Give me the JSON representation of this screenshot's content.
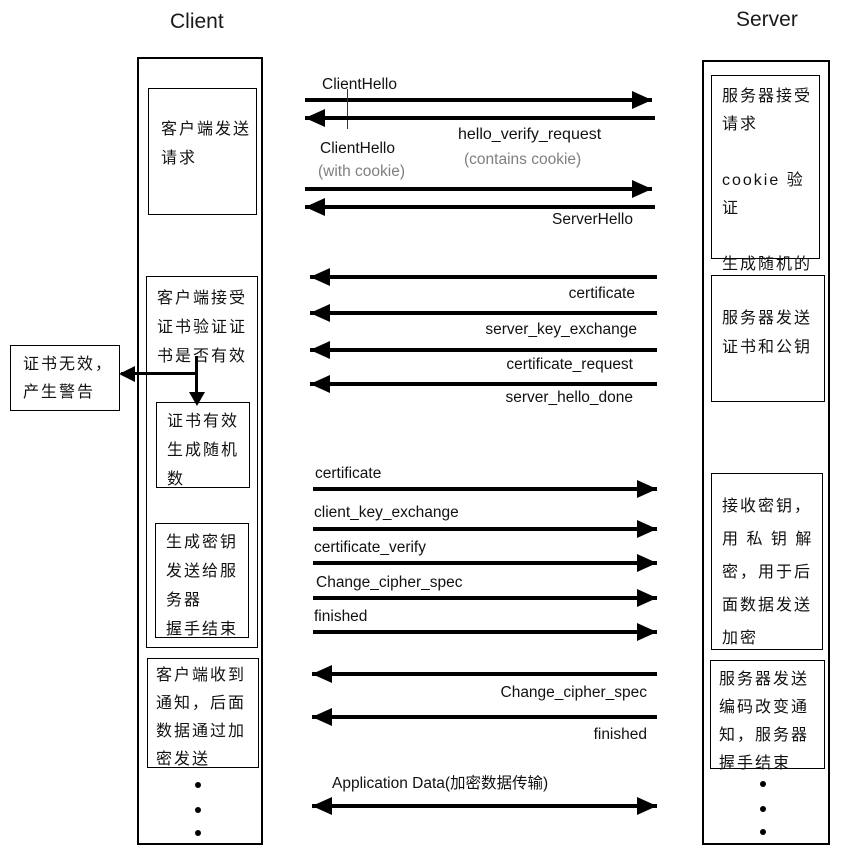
{
  "titles": {
    "client": "Client",
    "server": "Server"
  },
  "colors": {
    "line": "#000000",
    "muted_label": "#7f7f7f",
    "background": "#ffffff"
  },
  "client_column": {
    "box_send_request": "客户端发送\n请求",
    "box_verify_cert": "客户端接受\n证书验证证\n书是否有效",
    "box_cert_valid": "证书有效\n生成随机\n数",
    "box_gen_key": "生成密钥\n发送给服\n务器\n握手结束",
    "box_notified": "客户端收到\n通知，后面\n数据通过加\n密发送"
  },
  "warning_box": {
    "text": "证书无效，\n产生警告"
  },
  "server_column": {
    "box_accept": "服务器接受\n请求\n\ncookie 验证\n\n生成随机的\nsession ID",
    "box_send_cert": "服务器发送\n证书和公钥",
    "box_receive_key": "接收密钥，\n用 私 钥 解\n密，用于后\n面数据发送\n加密",
    "box_change_notice": "服务器发送\n编码改变通\n知，服务器\n握手结束"
  },
  "messages": {
    "client_hello_1": "ClientHello",
    "hello_verify_request": "hello_verify_request",
    "contains_cookie": "(contains cookie)",
    "client_hello_2": "ClientHello",
    "with_cookie": "(with cookie)",
    "server_hello": "ServerHello",
    "certificate_from_server": "certificate",
    "server_key_exchange": "server_key_exchange",
    "certificate_request": "certificate_request",
    "server_hello_done": "server_hello_done",
    "certificate_from_client": "certificate",
    "client_key_exchange": "client_key_exchange",
    "certificate_verify": "certificate_verify",
    "change_cipher_spec_client": "Change_cipher_spec",
    "finished_client": "finished",
    "change_cipher_spec_server": "Change_cipher_spec",
    "finished_server": "finished",
    "application_data": "Application Data(加密数据传输)"
  }
}
